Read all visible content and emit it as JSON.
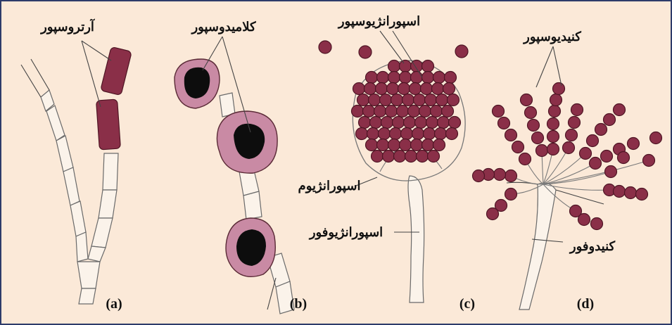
{
  "colors": {
    "background": "#fbe9d8",
    "border": "#2d3b6a",
    "spore": "#8a2f48",
    "spore_edge": "#4e1524",
    "chlamydo_wall": "#c98aa4",
    "chlamydo_core": "#0d0d0d",
    "hypha_wall": "#fbf3ea"
  },
  "panels": {
    "a": {
      "letter": "(a)",
      "label_arthrospore": "آرتروسپور"
    },
    "b": {
      "letter": "(b)",
      "label_chlamydospore": "کلامیدوسپور"
    },
    "c": {
      "letter": "(c)",
      "label_sporangiospore": "اسپورانژیوسپور",
      "label_sporangium": "اسپورانژیوم",
      "label_sporangiophore": "اسپورانژیوفور"
    },
    "d": {
      "letter": "(d)",
      "label_conidiospore": "کنیدیوسپور",
      "label_conidiophore": "کنیدوفور"
    }
  }
}
